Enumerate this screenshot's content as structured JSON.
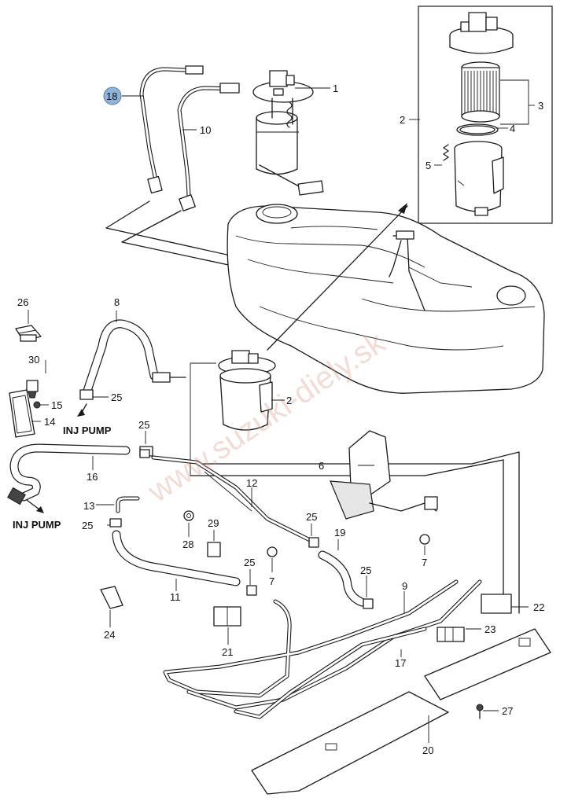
{
  "diagram": {
    "callouts": [
      {
        "id": "n1",
        "text": "1"
      },
      {
        "id": "n2a",
        "text": "2"
      },
      {
        "id": "n2b",
        "text": "2"
      },
      {
        "id": "n3",
        "text": "3"
      },
      {
        "id": "n4",
        "text": "4"
      },
      {
        "id": "n5",
        "text": "5"
      },
      {
        "id": "n6",
        "text": "6"
      },
      {
        "id": "n7a",
        "text": "7"
      },
      {
        "id": "n7b",
        "text": "7"
      },
      {
        "id": "n8",
        "text": "8"
      },
      {
        "id": "n9",
        "text": "9"
      },
      {
        "id": "n10",
        "text": "10"
      },
      {
        "id": "n11",
        "text": "11"
      },
      {
        "id": "n12",
        "text": "12"
      },
      {
        "id": "n13",
        "text": "13"
      },
      {
        "id": "n14",
        "text": "14"
      },
      {
        "id": "n15",
        "text": "15"
      },
      {
        "id": "n16",
        "text": "16"
      },
      {
        "id": "n17",
        "text": "17"
      },
      {
        "id": "n18",
        "text": "18"
      },
      {
        "id": "n19",
        "text": "19"
      },
      {
        "id": "n20",
        "text": "20"
      },
      {
        "id": "n21",
        "text": "21"
      },
      {
        "id": "n22",
        "text": "22"
      },
      {
        "id": "n23",
        "text": "23"
      },
      {
        "id": "n24",
        "text": "24"
      },
      {
        "id": "n25a",
        "text": "25"
      },
      {
        "id": "n25b",
        "text": "25"
      },
      {
        "id": "n25c",
        "text": "25"
      },
      {
        "id": "n25d",
        "text": "25"
      },
      {
        "id": "n25e",
        "text": "25"
      },
      {
        "id": "n25f",
        "text": "25"
      },
      {
        "id": "n26",
        "text": "26"
      },
      {
        "id": "n27",
        "text": "27"
      },
      {
        "id": "n28",
        "text": "28"
      },
      {
        "id": "n29",
        "text": "29"
      },
      {
        "id": "n30",
        "text": "30"
      }
    ],
    "labels": {
      "inj_pump_1": "INJ PUMP",
      "inj_pump_2": "INJ PUMP"
    },
    "watermark": "www.suzuki-diely.sk",
    "highlight_color": "#8fb4d9"
  }
}
